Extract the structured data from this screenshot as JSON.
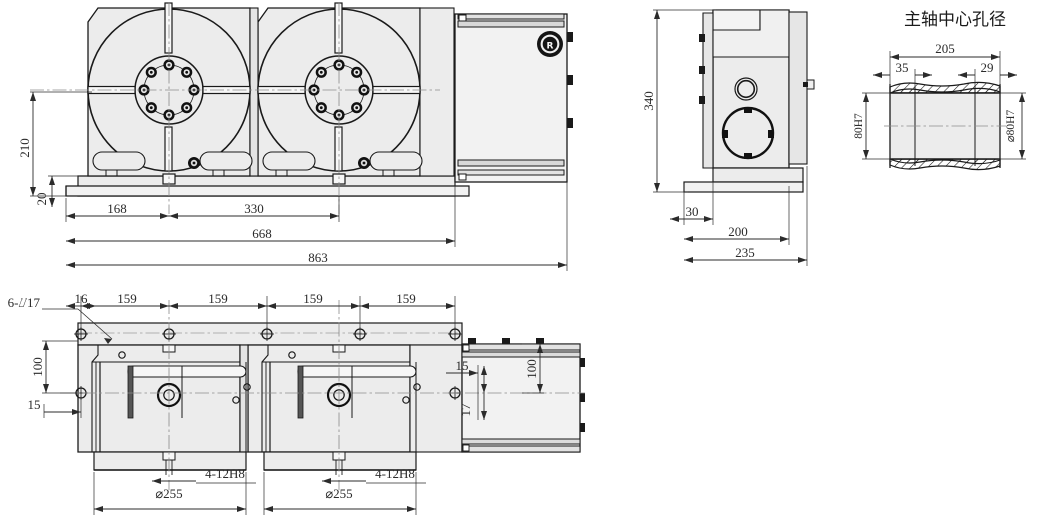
{
  "drawing": {
    "type": "mechanical-engineering-drawing",
    "subject": "dual rotary table / CNC 4th-axis indexing unit",
    "background_color": "#ffffff",
    "line_color": "#1a1a1a",
    "fill_color": "#ececec",
    "dim_color": "#2b2b2b"
  },
  "front_view": {
    "name": "front-elevation",
    "dimensions": {
      "height_overall": "210",
      "base_step": "20",
      "first_center": "168",
      "center_to_center": "330",
      "to_last_center": "668",
      "overall_length": "863"
    },
    "faceplate_count": 2,
    "bolt_holes_per_faceplate": 8,
    "motor_badge": "motor-nameplate"
  },
  "side_view": {
    "name": "right-side-elevation",
    "dimensions": {
      "height_overall": "340",
      "base_offset": "30",
      "body_depth": "200",
      "overall_depth": "235"
    }
  },
  "plan_view": {
    "name": "top-plan-view",
    "dimensions": {
      "edge_offset": "16",
      "pitch_1": "159",
      "pitch_2": "159",
      "pitch_3": "159",
      "pitch_4": "159",
      "slot_height": "100",
      "slot_offset": "15",
      "right_offset_15": "15",
      "right_offset_17": "17",
      "hole_callout": "6-⌰17"
    },
    "tables": [
      {
        "bore_callout": "4-12H8",
        "pitch_circle": "⌀255"
      },
      {
        "bore_callout": "4-12H8",
        "pitch_circle": "⌀255"
      }
    ]
  },
  "detail_view": {
    "name": "spindle-bore-detail",
    "title": "主轴中心孔径",
    "dimensions": {
      "overall_length": "205",
      "left_step": "35",
      "right_step": "29",
      "bore_left": "80H7",
      "bore_right": "⌀80H7"
    }
  }
}
